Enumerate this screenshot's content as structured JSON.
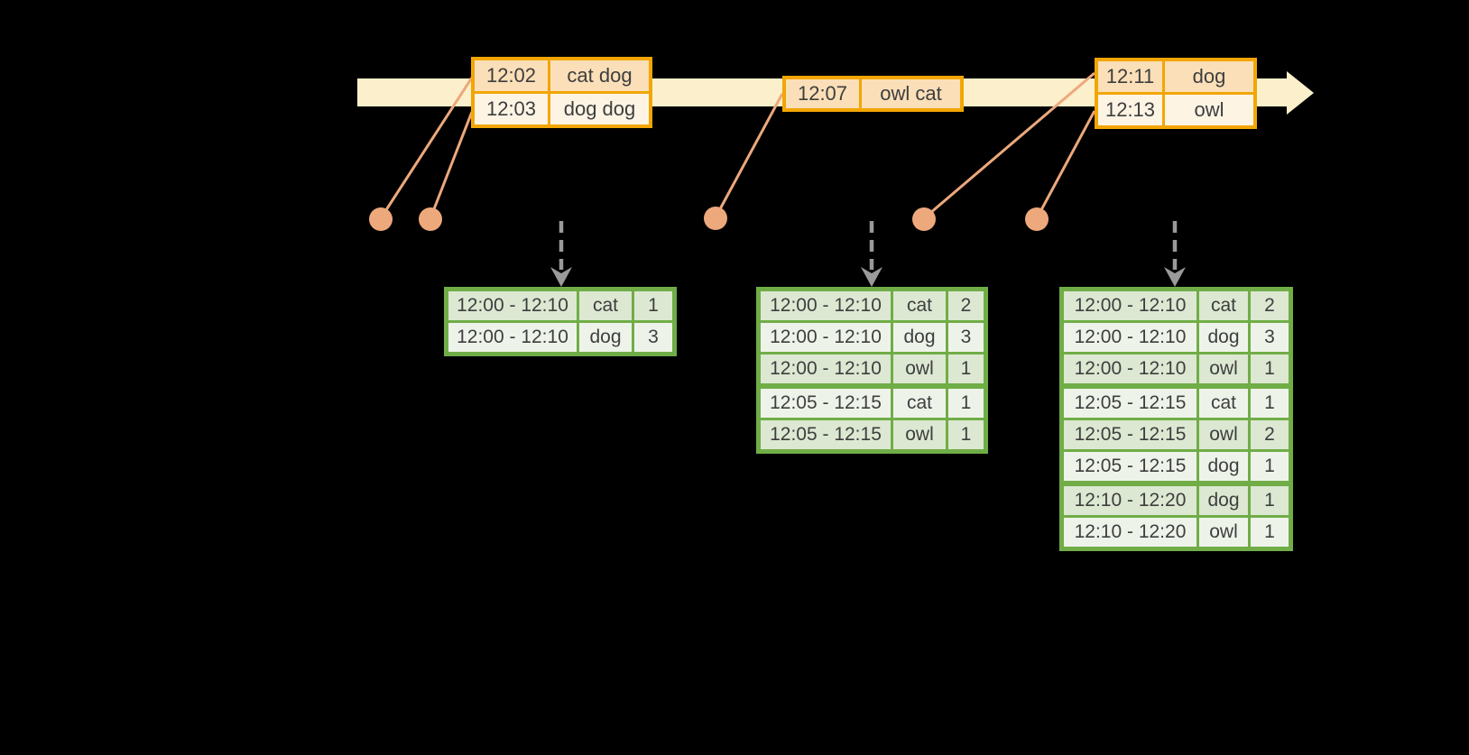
{
  "diagram": {
    "colors": {
      "background": "#000000",
      "timeline_fill": "#fbf0cb",
      "orange_border": "#f2a604",
      "orange_row_dark": "#fbdfb8",
      "orange_row_light": "#fdf4e4",
      "salmon": "#eda87c",
      "green_border": "#70ad47",
      "green_row_dark": "#dce8d2",
      "green_row_light": "#eef3ea",
      "arrow_gray": "#9a9a9a",
      "text_dark": "#3e3e3e"
    },
    "input_tables": [
      {
        "rows": [
          {
            "time": "12:02",
            "words": "cat dog"
          },
          {
            "time": "12:03",
            "words": "dog dog"
          }
        ]
      },
      {
        "rows": [
          {
            "time": "12:07",
            "words": "owl cat"
          }
        ]
      },
      {
        "rows": [
          {
            "time": "12:11",
            "words": "dog"
          },
          {
            "time": "12:13",
            "words": "owl"
          }
        ]
      }
    ],
    "result_tables": [
      {
        "rows": [
          {
            "window": "12:00 - 12:10",
            "word": "cat",
            "count": "1"
          },
          {
            "window": "12:00 - 12:10",
            "word": "dog",
            "count": "3"
          }
        ]
      },
      {
        "rows": [
          {
            "window": "12:00 - 12:10",
            "word": "cat",
            "count": "2"
          },
          {
            "window": "12:00 - 12:10",
            "word": "dog",
            "count": "3"
          },
          {
            "window": "12:00 - 12:10",
            "word": "owl",
            "count": "1"
          },
          {
            "window": "12:05 - 12:15",
            "word": "cat",
            "count": "1"
          },
          {
            "window": "12:05 - 12:15",
            "word": "owl",
            "count": "1"
          }
        ]
      },
      {
        "rows": [
          {
            "window": "12:00 - 12:10",
            "word": "cat",
            "count": "2"
          },
          {
            "window": "12:00 - 12:10",
            "word": "dog",
            "count": "3"
          },
          {
            "window": "12:00 - 12:10",
            "word": "owl",
            "count": "1"
          },
          {
            "window": "12:05 - 12:15",
            "word": "cat",
            "count": "1"
          },
          {
            "window": "12:05 - 12:15",
            "word": "owl",
            "count": "2"
          },
          {
            "window": "12:05 - 12:15",
            "word": "dog",
            "count": "1"
          },
          {
            "window": "12:10 - 12:20",
            "word": "dog",
            "count": "1"
          },
          {
            "window": "12:10 - 12:20",
            "word": "owl",
            "count": "1"
          }
        ]
      }
    ]
  }
}
